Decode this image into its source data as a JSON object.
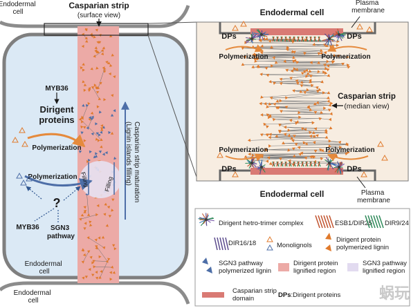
{
  "left_panel": {
    "top_cell_label": "Endodermal\ncell",
    "bottom_cell_label": "Endodermal\ncell",
    "middle_cell_label": "Endodermal\ncell",
    "strip_title": "Casparian strip",
    "strip_subtitle": "(surface view)",
    "myb36_top": "MYB36",
    "dirigent_line1": "Dirigent",
    "dirigent_line2": "proteins",
    "polymerization_upper": "Polymerization",
    "polymerization_lower": "Polymerization",
    "question": "?",
    "myb36_bottom": "MYB36",
    "sgn3_line1": "SGN3",
    "sgn3_line2": "pathway",
    "filling_left": "Filling",
    "filling_right": "Filling",
    "maturation_line1": "Casparian strip maturation",
    "maturation_line2": "(Lignin islands filling)"
  },
  "right_panel": {
    "top_cell": "Endodermal cell",
    "plasma_top": "Plasma\nmembrane",
    "dps": "DPs",
    "polymerization": "Polymerization",
    "strip_label": "Casparian strip",
    "strip_sublabel": "(median view)",
    "bottom_cell": "Endodermal cell",
    "plasma_bottom": "Plasma\nmembrane"
  },
  "legend": {
    "items": [
      {
        "label": "Dirigent hetro-trimer complex"
      },
      {
        "label": "ESB1/DIR25"
      },
      {
        "label": "DIR9/24"
      },
      {
        "label": "DIR16/18"
      },
      {
        "label": "Monolignols"
      },
      {
        "label": "Dirigent protein\npolymerized lignin"
      },
      {
        "label": "SGN3 pathway\npolymerized lignin"
      },
      {
        "label": "Dirigent protein\nlignified region"
      },
      {
        "label": "SGN3 pathway\nlignified region"
      },
      {
        "label": "Casparian strip\ndomain"
      },
      {
        "label": "DPs:Dirigent proteins"
      }
    ]
  },
  "watermark": "蜗玩",
  "colors": {
    "orange": "#e07a2c",
    "blue": "#4d6ea7",
    "strip": "#ecaaa6",
    "cell_fill": "#dbe9f5",
    "dark_strip": "#d97a74"
  }
}
